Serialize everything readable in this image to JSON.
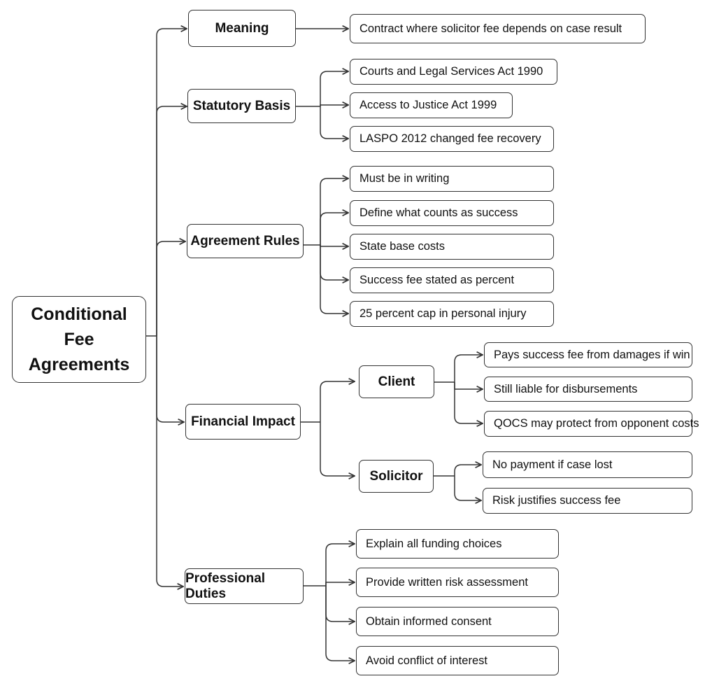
{
  "root": {
    "label": "Conditional Fee Agreements"
  },
  "branches": [
    {
      "label": "Meaning",
      "leaves": [
        "Contract where solicitor fee depends on case result"
      ]
    },
    {
      "label": "Statutory Basis",
      "leaves": [
        "Courts and Legal Services Act 1990",
        "Access to Justice Act 1999",
        "LASPO 2012 changed fee recovery"
      ]
    },
    {
      "label": "Agreement Rules",
      "leaves": [
        "Must be in writing",
        "Define what counts as success",
        "State base costs",
        "Success fee stated as percent",
        "25 percent cap in personal injury"
      ]
    },
    {
      "label": "Financial Impact",
      "children": [
        {
          "label": "Client",
          "leaves": [
            "Pays success fee from damages if win",
            "Still liable for disbursements",
            "QOCS may protect from opponent costs"
          ]
        },
        {
          "label": "Solicitor",
          "leaves": [
            "No payment if case lost",
            "Risk justifies success fee"
          ]
        }
      ]
    },
    {
      "label": "Professional Duties",
      "leaves": [
        "Explain all funding choices",
        "Provide written risk assessment",
        "Obtain informed consent",
        "Avoid conflict of interest"
      ]
    }
  ],
  "colors": {
    "line": "#333333",
    "border": "#333333",
    "background": "#ffffff"
  }
}
